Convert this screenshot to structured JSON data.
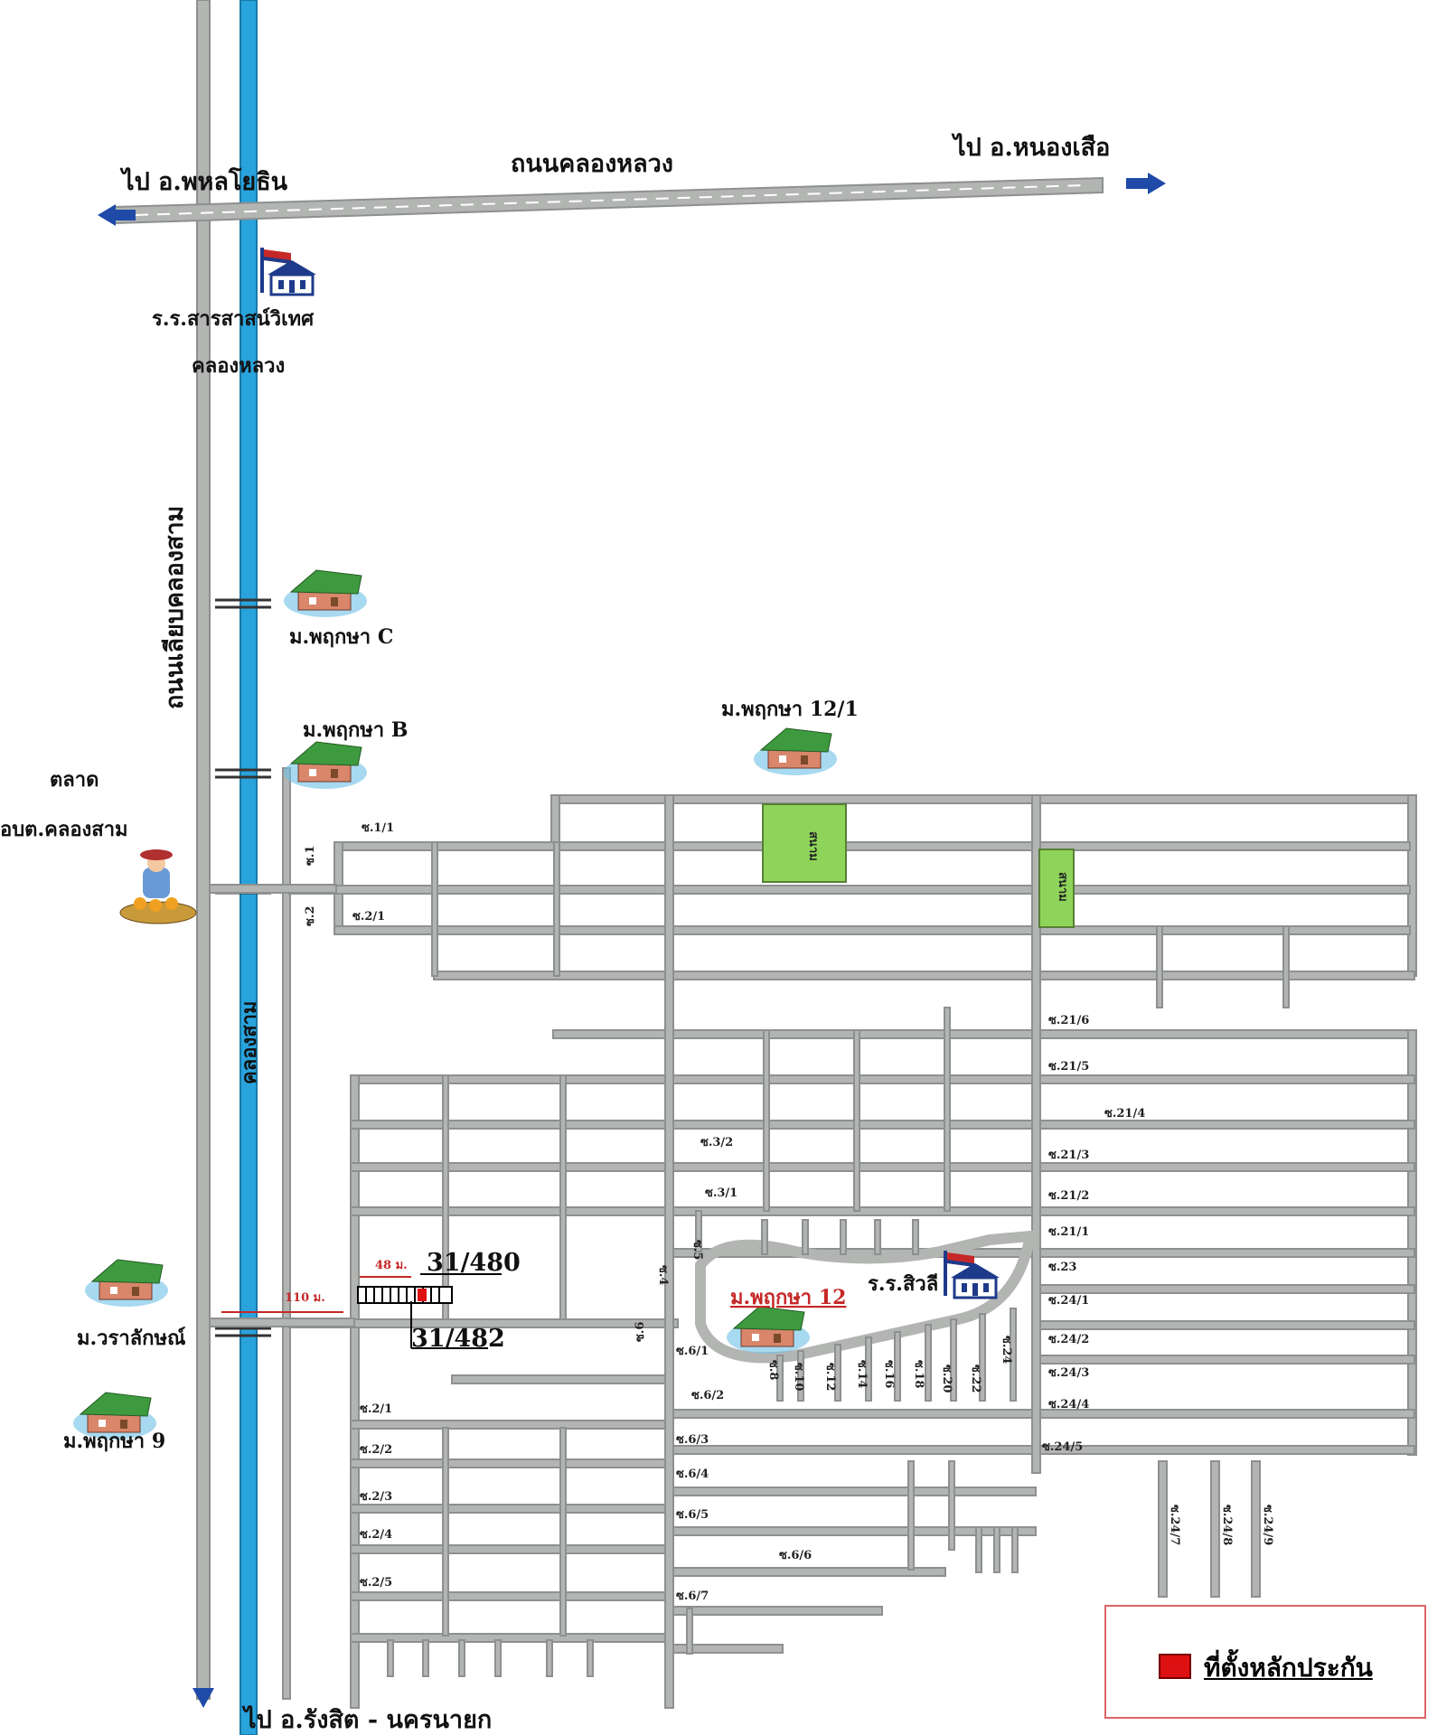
{
  "labels": {
    "to_phahonyothin": "ไป อ.พหลโยธิน",
    "to_nong_suea": "ไป อ.หนองเสือ",
    "khlong_luang_road": "ถนนคลองหลวง",
    "school_sarasas": "ร.ร.สารสาสน์วิเทศ",
    "school_sarasas_2": "คลองหลวง",
    "bypass_road": "ถนนเลียบคลองสาม",
    "khlong_sam": "คลองสาม",
    "village_c": "ม.พฤกษา C",
    "village_b": "ม.พฤกษา B",
    "village_12_1": "ม.พฤกษา 12/1",
    "market_1": "ตลาด",
    "market_2": "อบต.คลองสาม",
    "village_waralak": "ม.วราลักษณ์",
    "village_9": "ม.พฤกษา 9",
    "village_12": "ม.พฤกษา 12",
    "school_2": "ร.ร.สิวลี",
    "to_rangsit": "ไป อ.รังสิต - นครนายก",
    "dist_48": "48 ม.",
    "dist_110": "110 ม.",
    "lot_480": "31/480",
    "lot_482": "31/482",
    "park_1": "สนาม",
    "park_2": "สนาม"
  },
  "sois": [
    "ซ.1/1",
    "ซ.1",
    "ซ.2",
    "ซ.2/1",
    "ซ.21/6",
    "ซ.21/5",
    "ซ.21/4",
    "ซ.21/3",
    "ซ.21/2",
    "ซ.21/1",
    "ซ.23",
    "ซ.24/1",
    "ซ.24/2",
    "ซ.24/3",
    "ซ.24/4",
    "ซ.24/5",
    "ซ.3/2",
    "ซ.3/1",
    "ซ.5",
    "ซ.4",
    "ซ.6",
    "ซ.6/1",
    "ซ.6/2",
    "ซ.6/3",
    "ซ.6/4",
    "ซ.6/5",
    "ซ.6/6",
    "ซ.6/7",
    "ซ.8",
    "ซ.10",
    "ซ.12",
    "ซ.14",
    "ซ.16",
    "ซ.18",
    "ซ.20",
    "ซ.22",
    "ซ.24",
    "ซ.2/1",
    "ซ.2/2",
    "ซ.2/3",
    "ซ.2/4",
    "ซ.2/5",
    "ซ.24/7",
    "ซ.24/8",
    "ซ.24/9"
  ],
  "legend": {
    "label": "ที่ตั้งหลักประกัน",
    "color": "#dd1111"
  },
  "colors": {
    "road": "#b3b5b3",
    "canal": "#29a3dc",
    "park": "#8fd45a",
    "arrow": "#1f4aa8"
  }
}
